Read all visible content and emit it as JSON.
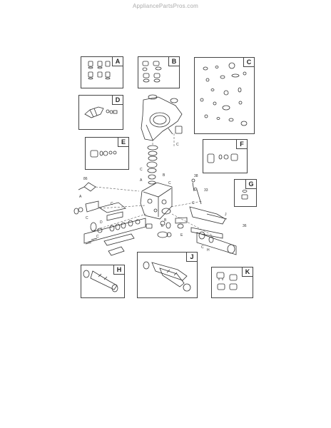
{
  "watermark": "AppliancePartsPros.com",
  "kits": [
    {
      "letter": "A"
    },
    {
      "letter": "B"
    },
    {
      "letter": "C"
    },
    {
      "letter": "D"
    },
    {
      "letter": "E"
    },
    {
      "letter": "F"
    },
    {
      "letter": "G"
    },
    {
      "letter": "H"
    },
    {
      "letter": "J"
    },
    {
      "letter": "K"
    }
  ],
  "callouts": {
    "c1": "C",
    "c2": "C",
    "c3": "B",
    "c4": "A",
    "c5": "C",
    "n86": "86",
    "n38": "38",
    "n33": "33",
    "n36": "36",
    "a1": "A",
    "c6": "C",
    "c7": "C",
    "c8": "C",
    "e1": "E",
    "e2": "E",
    "d1": "D",
    "c9": "C",
    "c10": "C",
    "h1": "H",
    "j1": "J",
    "b1": "B"
  }
}
